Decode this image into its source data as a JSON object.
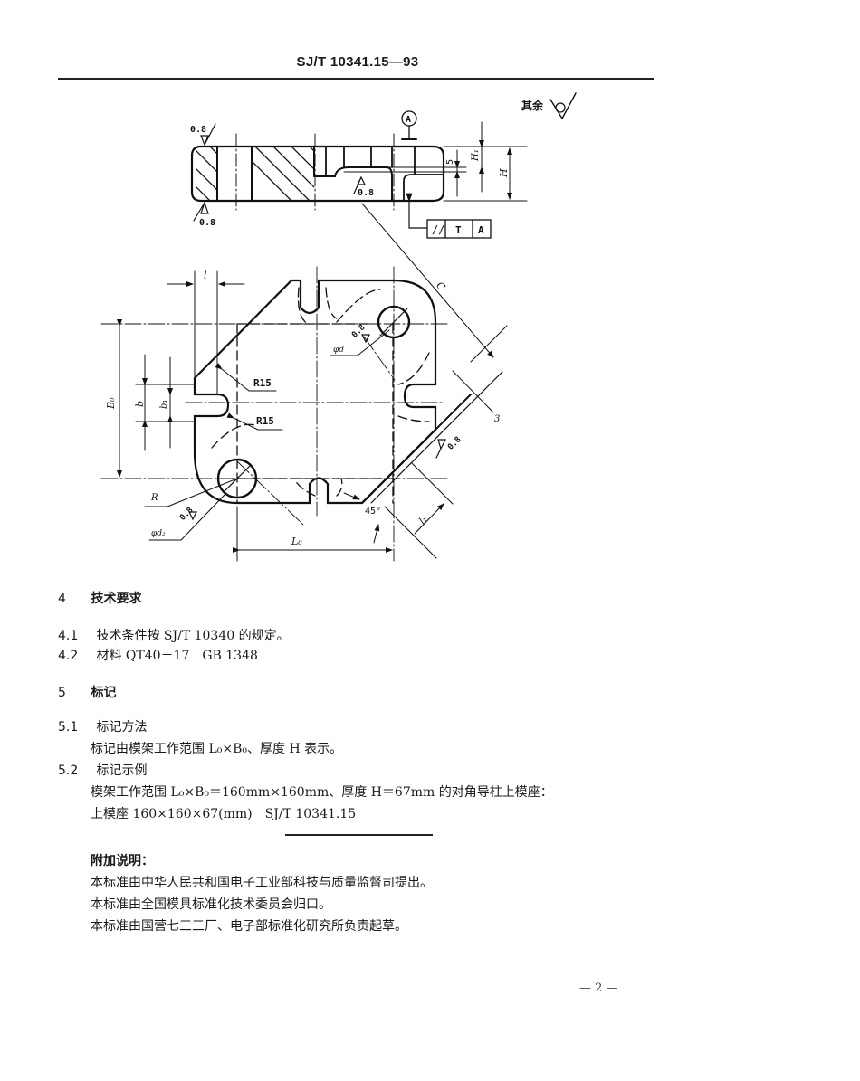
{
  "header": {
    "standard_code": "SJ/T 10341.15—93"
  },
  "drawing": {
    "roughness_note": "其余",
    "roughness_values": [
      "0.8",
      "0.8",
      "0.8",
      "0.8",
      "0.8",
      "0.8"
    ],
    "datum_label": "A",
    "tolerance_frame": [
      "//",
      "T",
      "A"
    ],
    "dimension_labels": {
      "five": "5",
      "H1": "H₁",
      "H": "H",
      "l": "l",
      "C": "C",
      "three": "3",
      "B0": "B₀",
      "b": "b",
      "b1": "b₁",
      "R15_top": "R15",
      "R15_bottom": "R15",
      "R": "R",
      "phi_d": "φd",
      "phi_d2": "φd₂",
      "L0": "L₀",
      "l1": "l₁",
      "angle": "45°"
    }
  },
  "sections": [
    {
      "number": "4",
      "title": "技术要求"
    },
    {
      "number": "4.1",
      "text": "技术条件按 SJ/T 10340 的规定。"
    },
    {
      "number": "4.2",
      "text": "材料 QT40－17　GB 1348"
    },
    {
      "number": "5",
      "title": "标记"
    },
    {
      "number": "5.1",
      "title": "标记方法",
      "body": "标记由模架工作范围 L₀×B₀、厚度 H 表示。"
    },
    {
      "number": "5.2",
      "title": "标记示例",
      "body": "模架工作范围 L₀×B₀＝160mm×160mm、厚度 H＝67mm 的对角导柱上模座：",
      "example": "上模座 160×160×67(mm)　SJ/T 10341.15"
    }
  ],
  "notes": {
    "title": "附加说明：",
    "lines": [
      "本标准由中华人民共和国电子工业部科技与质量监督司提出。",
      "本标准由全国模具标准化技术委员会归口。",
      "本标准由国营七三三厂、电子部标准化研究所负责起草。"
    ]
  },
  "footer": {
    "page_number": "— 2 —"
  }
}
